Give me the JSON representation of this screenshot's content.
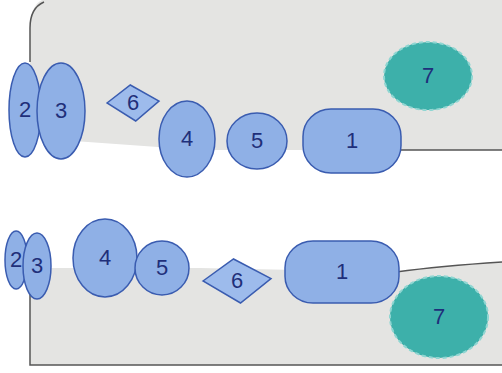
{
  "diagram": {
    "nodes": [
      {
        "text": [
          "2"
        ]
      },
      {
        "text": [
          "3"
        ]
      },
      {
        "text": [
          "6"
        ]
      },
      {
        "text": [
          "4"
        ]
      },
      {
        "text": [
          "5"
        ]
      },
      {
        "text": [
          "1"
        ]
      },
      {
        "text": [
          "7"
        ]
      },
      {
        "text": [
          "2"
        ]
      },
      {
        "text": [
          "3"
        ]
      },
      {
        "text": [
          "4"
        ]
      },
      {
        "text": [
          "5"
        ]
      },
      {
        "text": [
          "6"
        ]
      },
      {
        "text": [
          "1"
        ]
      },
      {
        "text": [
          "7"
        ]
      }
    ]
  }
}
